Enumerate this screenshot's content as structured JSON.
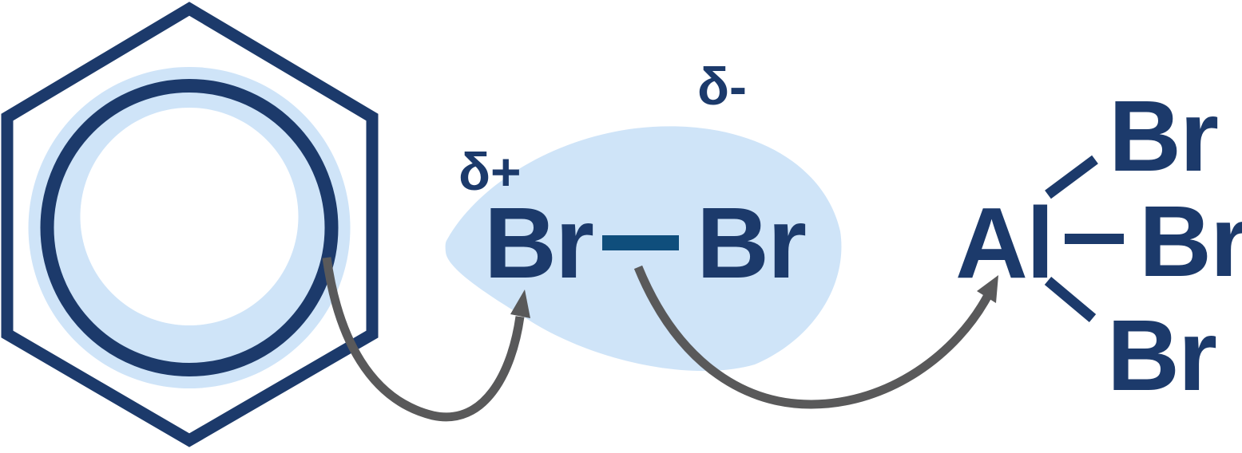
{
  "diagram": {
    "labels": {
      "delta_plus": "δ+",
      "delta_minus": "δ-"
    },
    "bromine_molecule": {
      "left_atom": "Br",
      "right_atom": "Br"
    },
    "aluminum_bromide": {
      "aluminum": "Al",
      "bromine_top": "Br",
      "bromine_right": "Br",
      "bromine_bottom": "Br"
    }
  },
  "colors": {
    "navy": "#1c3a6b",
    "steel_bond": "#0f4e7c",
    "highlight": "#cfe4f8",
    "arrow_gray": "#59595a",
    "background": "#ffffff"
  },
  "icons": {
    "benzene_ring": "hexagon-with-inscribed-circle",
    "pi_electron_highlight": "light-blue-ring",
    "polarization_cloud": "teardrop-highlight",
    "curved_arrow_left": "electron-push-arrow",
    "curved_arrow_right": "electron-push-arrow"
  }
}
